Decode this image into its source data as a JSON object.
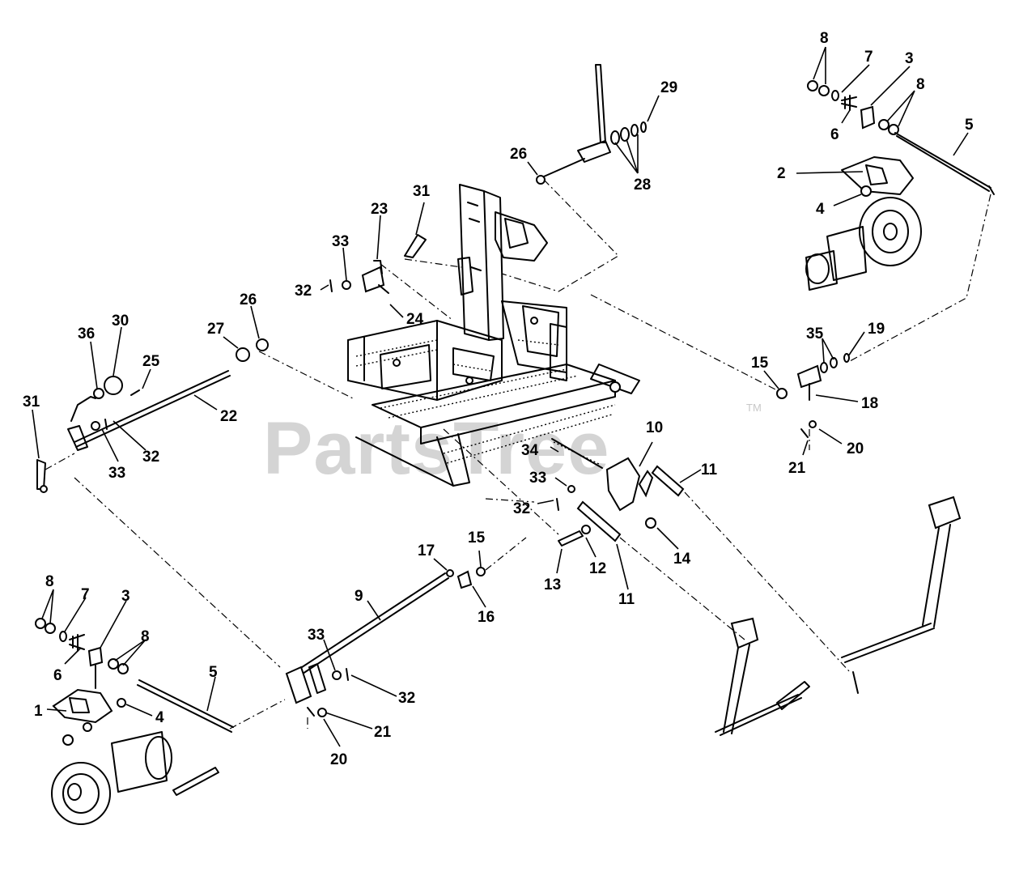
{
  "watermark": {
    "text": "PartsTree",
    "trademark": "TM"
  },
  "callouts": [
    {
      "id": "c8-upper-right-a",
      "label": "8"
    },
    {
      "id": "c7-upper-right",
      "label": "7"
    },
    {
      "id": "c3-upper-right",
      "label": "3"
    },
    {
      "id": "c8-upper-right-b",
      "label": "8"
    },
    {
      "id": "c6-upper-right",
      "label": "6"
    },
    {
      "id": "c5-upper-right",
      "label": "5"
    },
    {
      "id": "c2",
      "label": "2"
    },
    {
      "id": "c4-upper-right",
      "label": "4"
    },
    {
      "id": "c29",
      "label": "29"
    },
    {
      "id": "c26-top",
      "label": "26"
    },
    {
      "id": "c28",
      "label": "28"
    },
    {
      "id": "c31-top",
      "label": "31"
    },
    {
      "id": "c23",
      "label": "23"
    },
    {
      "id": "c33-top",
      "label": "33"
    },
    {
      "id": "c32-top",
      "label": "32"
    },
    {
      "id": "c24",
      "label": "24"
    },
    {
      "id": "c30",
      "label": "30"
    },
    {
      "id": "c36",
      "label": "36"
    },
    {
      "id": "c27",
      "label": "27"
    },
    {
      "id": "c26-left",
      "label": "26"
    },
    {
      "id": "c25",
      "label": "25"
    },
    {
      "id": "c31-left",
      "label": "31"
    },
    {
      "id": "c22",
      "label": "22"
    },
    {
      "id": "c32-left",
      "label": "32"
    },
    {
      "id": "c33-left",
      "label": "33"
    },
    {
      "id": "c35",
      "label": "35"
    },
    {
      "id": "c19",
      "label": "19"
    },
    {
      "id": "c15-right",
      "label": "15"
    },
    {
      "id": "c18",
      "label": "18"
    },
    {
      "id": "c20-right",
      "label": "20"
    },
    {
      "id": "c21-right",
      "label": "21"
    },
    {
      "id": "c10",
      "label": "10"
    },
    {
      "id": "c34",
      "label": "34"
    },
    {
      "id": "c33-mid",
      "label": "33"
    },
    {
      "id": "c11-upper",
      "label": "11"
    },
    {
      "id": "c32-mid",
      "label": "32"
    },
    {
      "id": "c14",
      "label": "14"
    },
    {
      "id": "c13",
      "label": "13"
    },
    {
      "id": "c12",
      "label": "12"
    },
    {
      "id": "c11-lower",
      "label": "11"
    },
    {
      "id": "c17",
      "label": "17"
    },
    {
      "id": "c15-mid",
      "label": "15"
    },
    {
      "id": "c16",
      "label": "16"
    },
    {
      "id": "c9",
      "label": "9"
    },
    {
      "id": "c8-lower-left-a",
      "label": "8"
    },
    {
      "id": "c7-lower-left",
      "label": "7"
    },
    {
      "id": "c3-lower-left",
      "label": "3"
    },
    {
      "id": "c8-lower-left-b",
      "label": "8"
    },
    {
      "id": "c6-lower-left",
      "label": "6"
    },
    {
      "id": "c5-lower-left",
      "label": "5"
    },
    {
      "id": "c1",
      "label": "1"
    },
    {
      "id": "c4-lower-left",
      "label": "4"
    },
    {
      "id": "c33-bottom",
      "label": "33"
    },
    {
      "id": "c32-bottom",
      "label": "32"
    },
    {
      "id": "c21-bottom",
      "label": "21"
    },
    {
      "id": "c20-bottom",
      "label": "20"
    }
  ]
}
